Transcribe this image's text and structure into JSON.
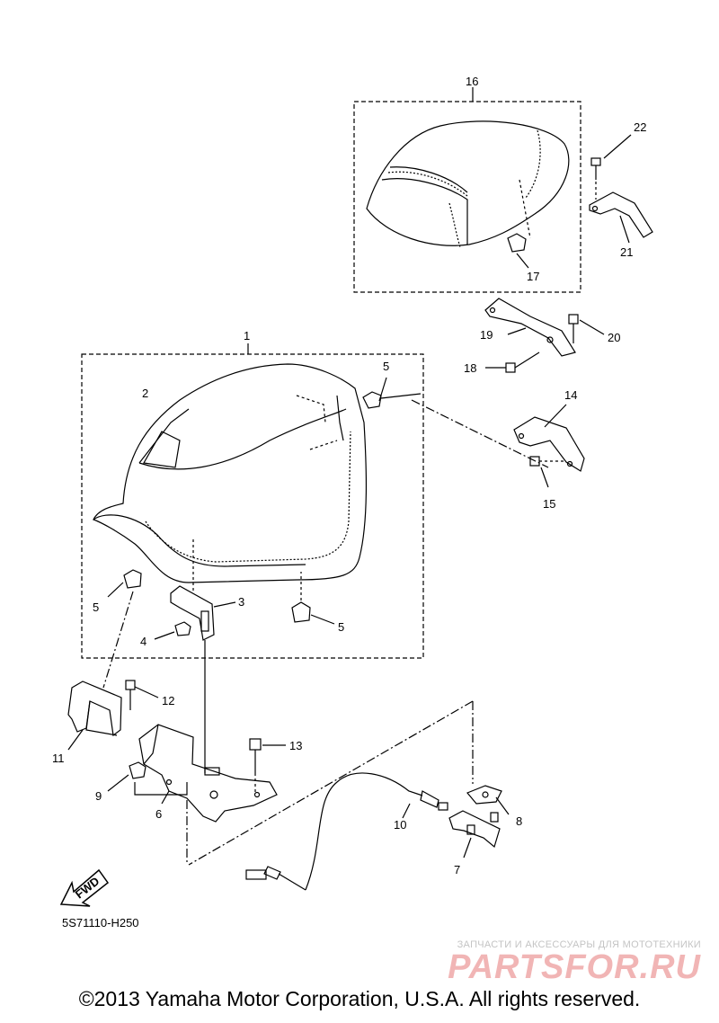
{
  "diagram": {
    "callouts": {
      "c1": "1",
      "c2": "2",
      "c3": "3",
      "c4": "4",
      "c5a": "5",
      "c5b": "5",
      "c5c": "5",
      "c6": "6",
      "c7": "7",
      "c8": "8",
      "c9": "9",
      "c10": "10",
      "c11": "11",
      "c12": "12",
      "c13": "13",
      "c14": "14",
      "c15": "15",
      "c16": "16",
      "c17": "17",
      "c18": "18",
      "c19": "19",
      "c20": "20",
      "c21": "21",
      "c22": "22"
    },
    "fwd_label": "FWD",
    "part_code": "5S71110-H250"
  },
  "watermark": {
    "tagline": "ЗАПЧАСТИ И АКСЕССУАРЫ ДЛЯ МОТОТЕХНИКИ",
    "logo": "PARTSFOR.RU"
  },
  "footer": {
    "copyright": "©2013 Yamaha Motor Corporation, U.S.A. All rights reserved."
  }
}
